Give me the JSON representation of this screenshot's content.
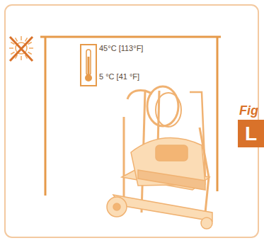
{
  "diagram": {
    "nodes": [
      {
        "text": [
          "Fig",
          "L"
        ]
      }
    ],
    "labels": [
      "45°C [113°F]",
      "5 °C [41 °F]"
    ]
  }
}
